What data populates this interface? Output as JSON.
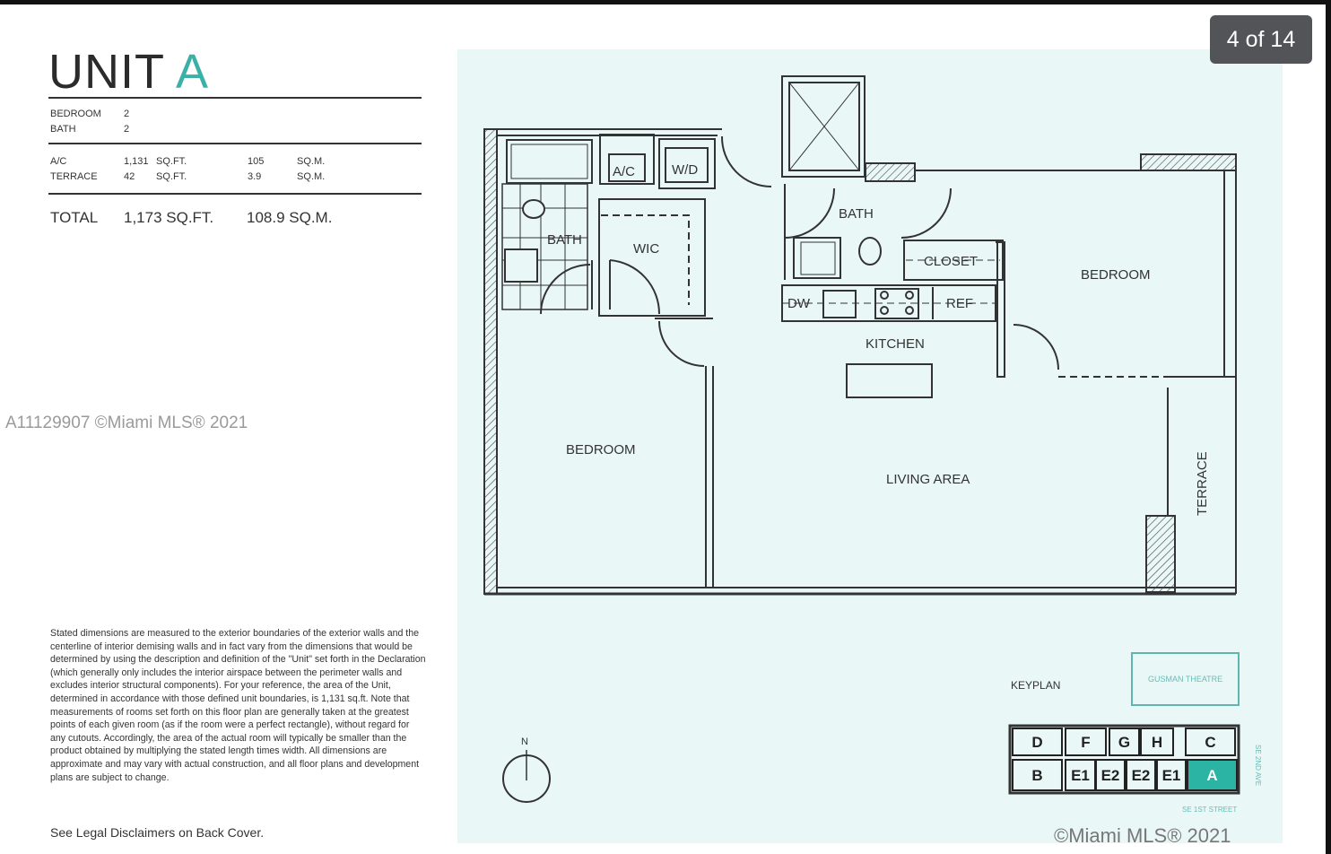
{
  "viewer": {
    "counter": "4 of 14",
    "watermark_left": "A11129907 ©Miami MLS® 2021",
    "watermark_bottom": "©Miami MLS® 2021"
  },
  "unit": {
    "title_prefix": "UNIT",
    "title_letter": "A",
    "bedroom_label": "BEDROOM",
    "bedroom_value": "2",
    "bath_label": "BATH",
    "bath_value": "2",
    "ac_label": "A/C",
    "ac_sqft": "1,131",
    "ac_sqm": "105",
    "terrace_label": "TERRACE",
    "terrace_sqft": "42",
    "terrace_sqm": "3.9",
    "sqft_unit": "SQ.FT.",
    "sqm_unit": "SQ.M.",
    "total_label": "TOTAL",
    "total_sqft": "1,173 SQ.FT.",
    "total_sqm": "108.9 SQ.M."
  },
  "disclaimer": "Stated dimensions are measured to the exterior boundaries of the exterior walls and the centerline of interior demising walls and in fact vary from the dimensions that would be determined by using the description and definition of the \"Unit\" set forth in the Declaration (which generally only includes the interior airspace between the perimeter walls and excludes interior structural components). For your reference, the area of the Unit, determined in accordance with those defined unit boundaries, is 1,131 sq.ft. Note that measurements of rooms set forth on this floor plan are generally taken at the greatest points of each given room (as if the room were a perfect rectangle), without regard for any cutouts. Accordingly, the area of the actual room will typically be smaller than the product obtained by multiplying the stated length times width. All dimensions are approximate and may vary with actual construction, and all floor plans and development plans are subject to change.",
  "legal_note": "See Legal Disclaimers on Back Cover.",
  "floorplan": {
    "rooms": {
      "bath1": "BATH",
      "wic": "WIC",
      "ac": "A/C",
      "wd": "W/D",
      "bath2": "BATH",
      "closet": "CLOSET",
      "dw": "DW",
      "ref": "REF",
      "kitchen": "KITCHEN",
      "bedroom1": "BEDROOM",
      "bedroom2": "BEDROOM",
      "living": "LIVING AREA",
      "terrace": "TERRACE"
    },
    "compass": "N"
  },
  "keyplan": {
    "label": "KEYPLAN",
    "theatre": "GUSMAN THEATRE",
    "units_top": [
      "D",
      "F",
      "G",
      "H",
      "C"
    ],
    "units_bottom": [
      "B",
      "E1",
      "E2",
      "E2",
      "E1",
      "A"
    ],
    "street_bottom": "SE 1ST STREET",
    "street_side": "SE 2ND AVE",
    "highlight_color": "#2bb3a3"
  }
}
